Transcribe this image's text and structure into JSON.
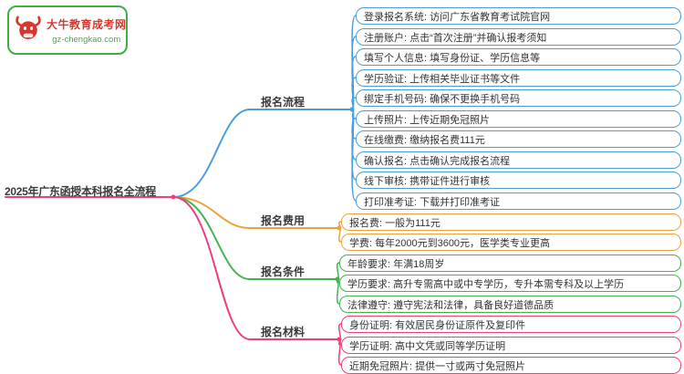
{
  "logo": {
    "site_name": "大牛教育成考网",
    "site_domain": "gz-chengkao.com",
    "brand_red": "#d5382e",
    "brand_green": "#3fae49"
  },
  "main_topic": {
    "text": "2025年广东函授本科报名全流程",
    "color": "#3a3a3a"
  },
  "branches": [
    {
      "label": "报名流程",
      "color": "#4a9fd9",
      "items": [
        "登录报名系统: 访问广东省教育考试院官网",
        "注册账户: 点击“首次注册”并确认报考须知",
        "填写个人信息: 填写身份证、学历信息等",
        "学历验证: 上传相关毕业证书等文件",
        "绑定手机号码: 确保不更换手机号码",
        "上传照片: 上传近期免冠照片",
        "在线缴费: 缴纳报名费111元",
        "确认报名: 点击确认完成报名流程",
        "线下审核: 携带证件进行审核",
        "打印准考证: 下载并打印准考证"
      ]
    },
    {
      "label": "报名费用",
      "color": "#eda33b",
      "items": [
        "报名费: 一般为111元",
        "学费: 每年2000元到3600元，医学类专业更高"
      ]
    },
    {
      "label": "报名条件",
      "color": "#45b352",
      "items": [
        "年龄要求: 年满18周岁",
        "学历要求: 高升专需高中或中专学历，专升本需专科及以上学历",
        "法律遵守: 遵守宪法和法律，具备良好道德品质"
      ]
    },
    {
      "label": "报名材料",
      "color": "#ee3f7d",
      "items": [
        "身份证明: 有效居民身份证原件及复印件",
        "学历证明: 高中文凭或同等学历证明",
        "近期免冠照片: 提供一寸或两寸免冠照片"
      ]
    }
  ]
}
